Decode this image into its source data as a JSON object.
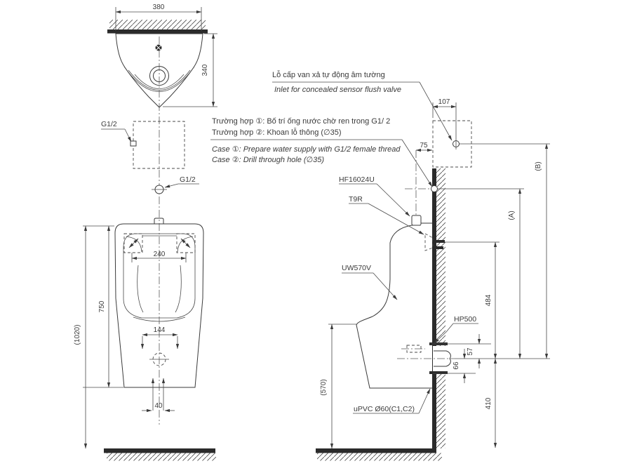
{
  "drawing": {
    "notes": {
      "inlet_vi": "Lỗ cấp van xả tự động âm tường",
      "inlet_en": "Inlet for concealed sensor flush valve",
      "case1_vi": "Trường hợp ①: Bố trí ống nước chờ ren trong G1/ 2",
      "case2_vi": "Trường hợp ②: Khoan lỗ thông (∅35)",
      "case1_en": "Case ①: Prepare water supply with G1/2 female thread",
      "case2_en": "Case ②: Drill through hole (∅35)"
    },
    "labels": {
      "inlet_thread_top": "G1/2",
      "inlet_thread_front": "G1/2",
      "flush_valve": "HF16024U",
      "spud": "T9R",
      "urinal_model": "UW570V",
      "trap": "HP500",
      "drain_pipe": "uPVC Ø60(C1,C2)"
    },
    "dimensions": {
      "top_width": "380",
      "top_depth": "340",
      "bracket_spacing": "240",
      "body_height": "750",
      "hole_spacing": "144",
      "total_height": "(1020)",
      "outlet_pipe_width": "40",
      "inlet_depth": "107",
      "inlet_offset": "75",
      "spud_to_outlet": "484",
      "outlet_height": "410",
      "rim_to_floor": "(570)",
      "outlet_top_offset": "57",
      "outlet_bottom_offset": "66",
      "dim_a": "(A)",
      "dim_b": "(B)"
    },
    "colors": {
      "line": "#3a3a3a",
      "background": "#ffffff"
    }
  }
}
